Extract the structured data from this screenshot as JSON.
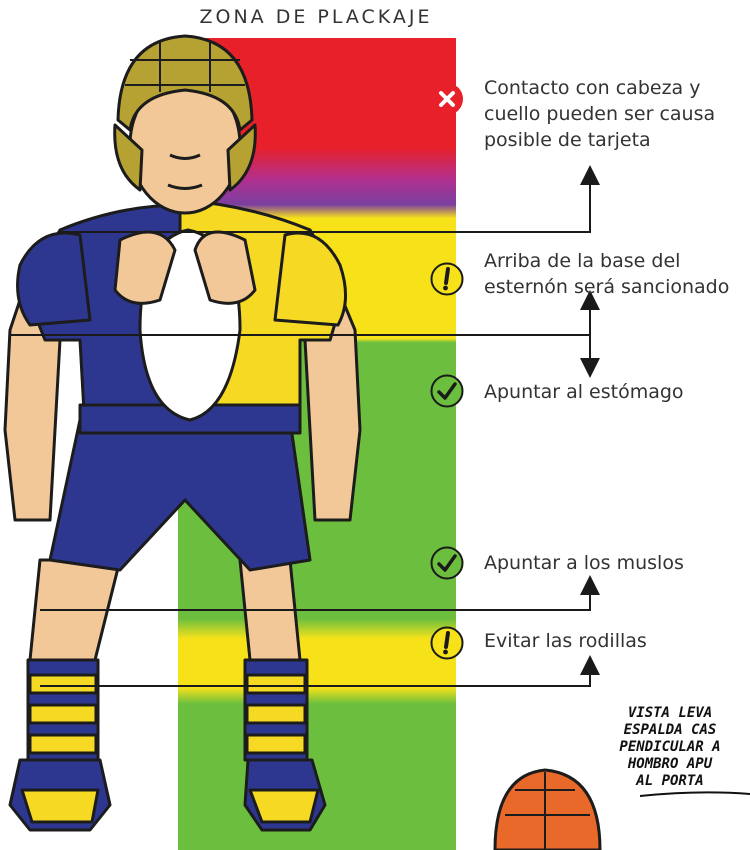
{
  "title": "ZONA DE PLACKAJE",
  "zones": [
    {
      "label": "Contacto con cabeza y cuello pueden ser causa posible de tarjeta",
      "lines": [
        "Contacto con cabeza y",
        "cuello pueden ser causa",
        "posible de tarjeta"
      ],
      "icon": "x-icon",
      "status": "prohibited",
      "color": "#e8202a"
    },
    {
      "label": "Arriba de la base del esternón será sancionado",
      "lines": [
        "Arriba de la base del",
        "esternón será sancionado"
      ],
      "icon": "warning-icon",
      "status": "warning",
      "color": "#f7e21a"
    },
    {
      "label": "Apuntar al estómago",
      "lines": [
        "Apuntar al estómago"
      ],
      "icon": "check-icon",
      "status": "ok",
      "color": "#6cbf3e"
    },
    {
      "label": "Apuntar a los muslos",
      "lines": [
        "Apuntar a los muslos"
      ],
      "icon": "check-icon",
      "status": "ok",
      "color": "#6cbf3e"
    },
    {
      "label": "Evitar las rodillas",
      "lines": [
        "Evitar las rodillas"
      ],
      "icon": "warning-icon",
      "status": "warning",
      "color": "#f7e21a"
    }
  ],
  "note_lines": [
    "VISTA LEVA",
    "ESPALDA CAS",
    "PENDICULAR A",
    "HOMBRO APU",
    "AL PORTA"
  ],
  "colors": {
    "jersey_blue": "#2e3790",
    "jersey_yellow": "#f5d922",
    "skin": "#f3c898",
    "helmet": "#b5a233"
  }
}
